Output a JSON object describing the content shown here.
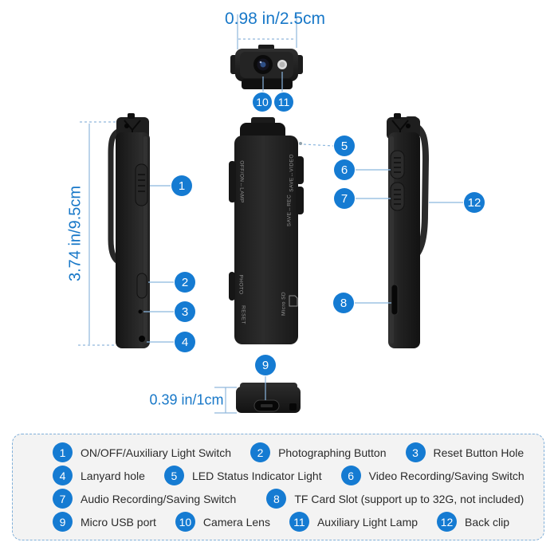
{
  "measurements": {
    "top": "0.98 in/2.5cm",
    "left": "3.74 in/9.5cm",
    "bottom": "0.39 in/1cm"
  },
  "device_labels": {
    "power_switch": "OFF/ON↔LAMP",
    "save_video": "SAVE↔VIDEO",
    "save_rec": "SAVE↔REC",
    "photo": "PHOTO",
    "reset": "RESET",
    "micro_sd": "Micro SD"
  },
  "callouts": [
    "1",
    "2",
    "3",
    "4",
    "5",
    "6",
    "7",
    "8",
    "9",
    "10",
    "11",
    "12"
  ],
  "legend": {
    "items": [
      {
        "number": "1",
        "label": "ON/OFF/Auxiliary Light Switch"
      },
      {
        "number": "2",
        "label": "Photographing Button"
      },
      {
        "number": "3",
        "label": "Reset Button Hole"
      },
      {
        "number": "4",
        "label": "Lanyard hole"
      },
      {
        "number": "5",
        "label": "LED Status Indicator Light"
      },
      {
        "number": "6",
        "label": "Video Recording/Saving Switch"
      },
      {
        "number": "7",
        "label": "Audio Recording/Saving  Switch"
      },
      {
        "number": "8",
        "label": "TF Card Slot (support up to 32G, not included)"
      },
      {
        "number": "9",
        "label": "Micro USB port"
      },
      {
        "number": "10",
        "label": "Camera Lens"
      },
      {
        "number": "11",
        "label": "Auxiliary Light Lamp"
      },
      {
        "number": "12",
        "label": "Back clip"
      }
    ]
  },
  "colors": {
    "accent_blue": "#157bd2",
    "measurement_blue": "#1878c8",
    "connector_blue": "#8ab6de",
    "legend_bg": "#f3f3f3",
    "device_black": "#1e1e1e"
  }
}
